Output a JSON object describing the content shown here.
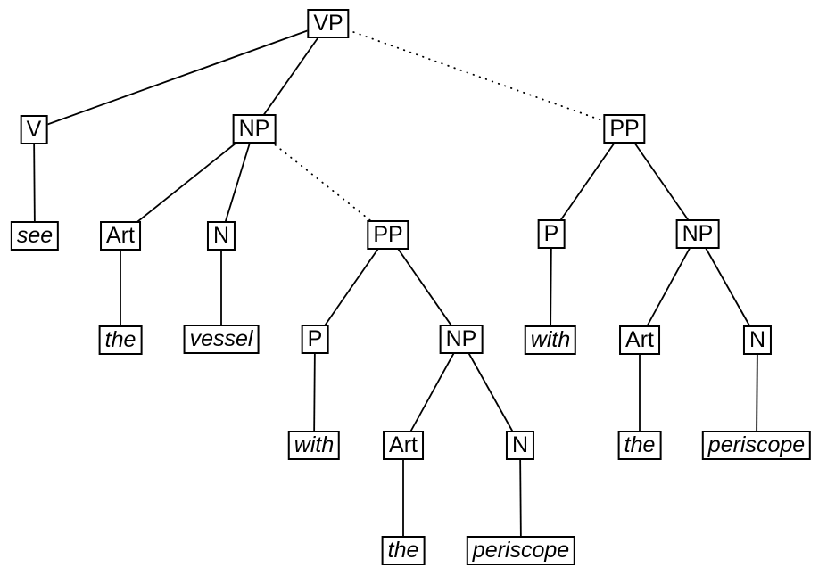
{
  "diagram": {
    "kind": "syntax-parse-tree",
    "description_visible_content": "Parse tree with solid constituent edges and two dotted alternative PP-attachment edges",
    "colors": {
      "background": "#ffffff",
      "stroke": "#000000",
      "box_border": "#000000",
      "text": "#000000"
    },
    "edge_styles": {
      "solid": "fixed constituent link",
      "dotted": "alternative attachment link"
    }
  },
  "nodes": {
    "vp": {
      "label": "VP",
      "terminal": false
    },
    "v": {
      "label": "V",
      "terminal": false
    },
    "np_obj": {
      "label": "NP",
      "terminal": false
    },
    "pp_verb": {
      "label": "PP",
      "terminal": false
    },
    "see": {
      "label": "see",
      "terminal": true
    },
    "art_obj": {
      "label": "Art",
      "terminal": false
    },
    "n_obj": {
      "label": "N",
      "terminal": false
    },
    "pp_noun": {
      "label": "PP",
      "terminal": false
    },
    "p_verb": {
      "label": "P",
      "terminal": false
    },
    "np_verb": {
      "label": "NP",
      "terminal": false
    },
    "the_obj": {
      "label": "the",
      "terminal": true
    },
    "vessel": {
      "label": "vessel",
      "terminal": true
    },
    "p_noun": {
      "label": "P",
      "terminal": false
    },
    "np_noun": {
      "label": "NP",
      "terminal": false
    },
    "with_verb": {
      "label": "with",
      "terminal": true
    },
    "art_verb": {
      "label": "Art",
      "terminal": false
    },
    "n_verb": {
      "label": "N",
      "terminal": false
    },
    "with_noun": {
      "label": "with",
      "terminal": true
    },
    "art_noun": {
      "label": "Art",
      "terminal": false
    },
    "n_noun": {
      "label": "N",
      "terminal": false
    },
    "the_verb": {
      "label": "the",
      "terminal": true
    },
    "periscope_verb": {
      "label": "periscope",
      "terminal": true
    },
    "the_noun": {
      "label": "the",
      "terminal": true
    },
    "periscope_noun": {
      "label": "periscope",
      "terminal": true
    }
  },
  "edges": [
    {
      "from": "vp",
      "to": "v",
      "style": "solid"
    },
    {
      "from": "vp",
      "to": "np_obj",
      "style": "solid"
    },
    {
      "from": "vp",
      "to": "pp_verb",
      "style": "dotted"
    },
    {
      "from": "v",
      "to": "see",
      "style": "solid"
    },
    {
      "from": "np_obj",
      "to": "art_obj",
      "style": "solid"
    },
    {
      "from": "np_obj",
      "to": "n_obj",
      "style": "solid"
    },
    {
      "from": "np_obj",
      "to": "pp_noun",
      "style": "dotted"
    },
    {
      "from": "art_obj",
      "to": "the_obj",
      "style": "solid"
    },
    {
      "from": "n_obj",
      "to": "vessel",
      "style": "solid"
    },
    {
      "from": "pp_noun",
      "to": "p_noun",
      "style": "solid"
    },
    {
      "from": "pp_noun",
      "to": "np_noun",
      "style": "solid"
    },
    {
      "from": "p_noun",
      "to": "with_noun",
      "style": "solid"
    },
    {
      "from": "np_noun",
      "to": "art_noun",
      "style": "solid"
    },
    {
      "from": "np_noun",
      "to": "n_noun",
      "style": "solid"
    },
    {
      "from": "art_noun",
      "to": "the_noun",
      "style": "solid"
    },
    {
      "from": "n_noun",
      "to": "periscope_noun",
      "style": "solid"
    },
    {
      "from": "pp_verb",
      "to": "p_verb",
      "style": "solid"
    },
    {
      "from": "pp_verb",
      "to": "np_verb",
      "style": "solid"
    },
    {
      "from": "p_verb",
      "to": "with_verb",
      "style": "solid"
    },
    {
      "from": "np_verb",
      "to": "art_verb",
      "style": "solid"
    },
    {
      "from": "np_verb",
      "to": "n_verb",
      "style": "solid"
    },
    {
      "from": "art_verb",
      "to": "the_verb",
      "style": "solid"
    },
    {
      "from": "n_verb",
      "to": "periscope_verb",
      "style": "solid"
    }
  ],
  "parse": {
    "label": "VP",
    "children": [
      {
        "label": "V",
        "children": [
          {
            "label": "see",
            "terminal": true
          }
        ]
      },
      {
        "label": "NP",
        "children": [
          {
            "label": "Art",
            "children": [
              {
                "label": "the",
                "terminal": true
              }
            ]
          },
          {
            "label": "N",
            "children": [
              {
                "label": "vessel",
                "terminal": true
              }
            ]
          },
          {
            "label": "PP",
            "attachment": "dotted",
            "children": [
              {
                "label": "P",
                "children": [
                  {
                    "label": "with",
                    "terminal": true
                  }
                ]
              },
              {
                "label": "NP",
                "children": [
                  {
                    "label": "Art",
                    "children": [
                      {
                        "label": "the",
                        "terminal": true
                      }
                    ]
                  },
                  {
                    "label": "N",
                    "children": [
                      {
                        "label": "periscope",
                        "terminal": true
                      }
                    ]
                  }
                ]
              }
            ]
          }
        ]
      },
      {
        "label": "PP",
        "attachment": "dotted",
        "children": [
          {
            "label": "P",
            "children": [
              {
                "label": "with",
                "terminal": true
              }
            ]
          },
          {
            "label": "NP",
            "children": [
              {
                "label": "Art",
                "children": [
                  {
                    "label": "the",
                    "terminal": true
                  }
                ]
              },
              {
                "label": "N",
                "children": [
                  {
                    "label": "periscope",
                    "terminal": true
                  }
                ]
              }
            ]
          }
        ]
      }
    ]
  }
}
